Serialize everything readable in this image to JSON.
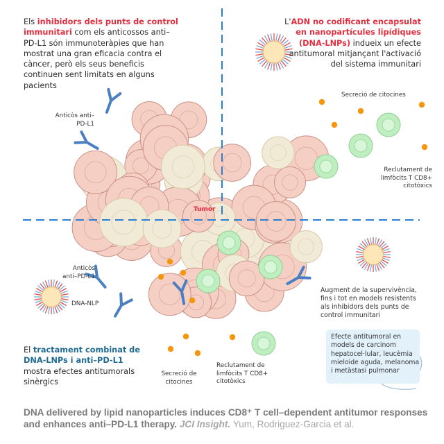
{
  "quadrants": {
    "top_left": {
      "prefix": "Els ",
      "highlight": "inhibidors dels punts de control immunitari",
      "rest": " com els anticossos anti–PD-L1 són immunoteràpies que han mostrat una gran eficacia contra el càncer, però els seus beneficis continuen sent limitats en alguns pacients"
    },
    "top_right": {
      "prefix": "L'",
      "highlight": "ADN no codificant encapsulat en nanopartícules lipídiques (DNA-LNPs)",
      "rest": " indueix un efecte antitumoral mitjançant l'activació del sistema immunitari"
    },
    "bottom_left": {
      "prefix": "El ",
      "highlight": "tractament combinat de DNA-LNPs i anti–PD-L1",
      "rest": " mostra efectes antitumorals sinèrgics"
    }
  },
  "labels": {
    "tumor": "Tumor",
    "antibodies_top": "Anticòs anti–PD-L1",
    "cytokines_top": "Secreció de citocines",
    "recruitment_top": "Reclutament de limfòcits T CD8+ citotòxics",
    "antibodies_bottom": "Anticòs anti–PD-L1",
    "dna_nlp": "DNA-NLP",
    "survival": "Augment de la supervivència, fins i tot en models resistents als inhibidors dels punts de control immunitari",
    "cytokines_bottom": "Secreció de citocines",
    "recruitment_bottom": "Reclutament de limfòcits T CD8+ citotòxics",
    "mouse_box": "Efecte antitumoral en models de carcinom hepatocel·lular, leucèmia mieloide aguda, melanoma i metàstasi pulmonar"
  },
  "caption": {
    "title": "DNA delivered by lipid nanoparticles induces CD8⁺ T cell–dependent antitumor responses and enhances anti–PD-L1 therapy.",
    "journal": "JCI Insight.",
    "authors": "Yum, Rodriguez-Garcia et al."
  },
  "colors": {
    "accent_red": "#e03040",
    "accent_blue": "#1f6a94",
    "divider": "#2a7fd0",
    "cytokine": "#f5960f",
    "tcell": "#bfeec0",
    "tumor": "#f6cfc4"
  }
}
